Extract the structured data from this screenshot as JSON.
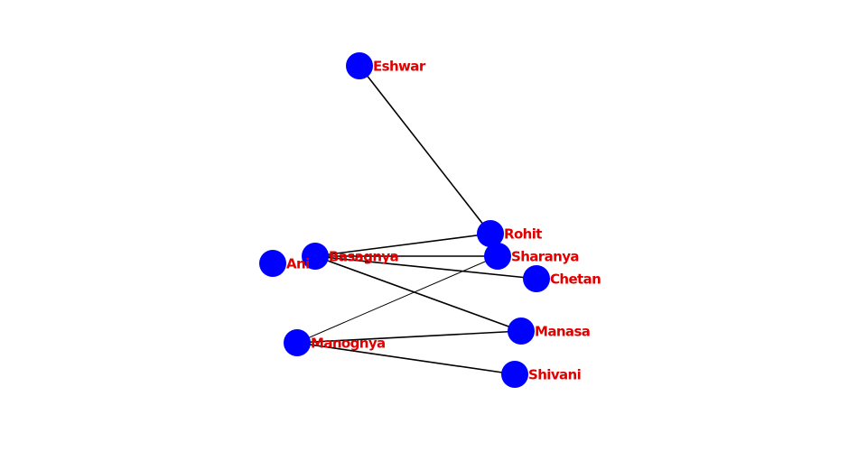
{
  "graph": {
    "colors": {
      "node": "#0000ff",
      "label": "#e00000",
      "edge": "#000000",
      "background": "#ffffff"
    },
    "nodes": [
      {
        "id": "eshwar",
        "label": "Eshwar"
      },
      {
        "id": "rohit",
        "label": "Rohit"
      },
      {
        "id": "sharanya",
        "label": "Sharanya"
      },
      {
        "id": "chetan",
        "label": "Chetan"
      },
      {
        "id": "ani",
        "label": "Ani"
      },
      {
        "id": "basagnya",
        "label": "Basagnya"
      },
      {
        "id": "manasa",
        "label": "Manasa"
      },
      {
        "id": "manognya",
        "label": "Manognya"
      },
      {
        "id": "shivani",
        "label": "Shivani"
      }
    ],
    "edges": [
      {
        "source": "eshwar",
        "target": "rohit"
      },
      {
        "source": "basagnya",
        "target": "rohit"
      },
      {
        "source": "basagnya",
        "target": "sharanya"
      },
      {
        "source": "basagnya",
        "target": "chetan"
      },
      {
        "source": "basagnya",
        "target": "manasa"
      },
      {
        "source": "manognya",
        "target": "sharanya"
      },
      {
        "source": "manognya",
        "target": "manasa"
      },
      {
        "source": "manognya",
        "target": "shivani"
      }
    ]
  }
}
